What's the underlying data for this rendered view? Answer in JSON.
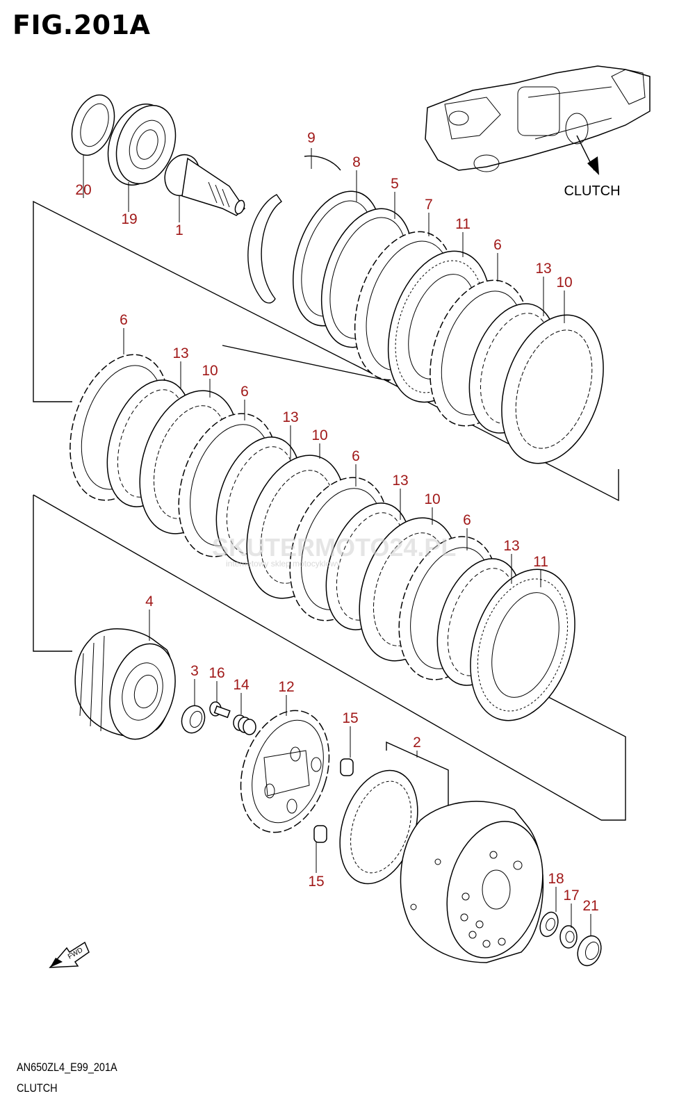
{
  "figure": {
    "title": "FIG.201A",
    "code": "AN650ZL4_E99_201A",
    "name": "CLUTCH"
  },
  "inset_label": "CLUTCH",
  "fwd_label": "FWD",
  "watermark": {
    "text": "SKUTERMOTO24.PL",
    "subtext": "internetowy sklep motocyklowy"
  },
  "colors": {
    "callout": "#a01818",
    "line": "#000000"
  },
  "callouts": [
    "20",
    "19",
    "1",
    "9",
    "8",
    "5",
    "7",
    "11",
    "6",
    "13",
    "10",
    "6",
    "13",
    "10",
    "6",
    "13",
    "10",
    "6",
    "13",
    "10",
    "6",
    "13",
    "11",
    "4",
    "3",
    "16",
    "14",
    "12",
    "15",
    "2",
    "15",
    "18",
    "17",
    "21"
  ]
}
